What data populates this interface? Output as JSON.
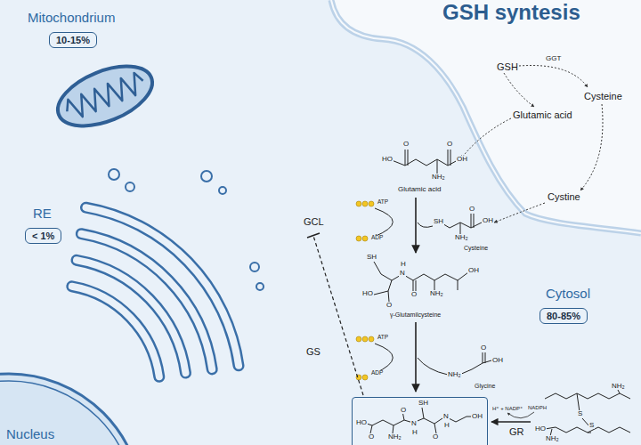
{
  "diagram": {
    "title": "GSH syntesis",
    "nodes": [
      {
        "text": [
          "10-15%"
        ]
      },
      {
        "text": [
          "< 1%"
        ]
      },
      {
        "text": [
          "80-85%"
        ]
      },
      {
        "text": [
          "SH",
          "HO",
          "O",
          "NH₂",
          "N",
          "H",
          "O",
          "N",
          "H",
          "O",
          "OH"
        ]
      }
    ],
    "labels": [
      "Mitochondrium",
      "RE",
      "Nucleus",
      "GSH",
      "GGT",
      "Cysteine",
      "Glutamic acid",
      "Cystine",
      "HO",
      "OH",
      "NH₂",
      "O",
      "O",
      "Glutamic acid",
      "ATP",
      "ADP",
      "SH",
      "OH",
      "NH₂",
      "O",
      "Cysteine",
      "GCL",
      "SH",
      "HO",
      "O",
      "O",
      "N",
      "H",
      "OH",
      "NH₂",
      "γ-Glutamilcysteine",
      "GS",
      "ATP",
      "ADP",
      "O",
      "OH",
      "NH₂",
      "Glycine",
      "Cytosol",
      "H⁺ + NADP⁺",
      "NADPH",
      "GR",
      "NH₂",
      "S",
      "S",
      "HO",
      "NH₂"
    ]
  }
}
